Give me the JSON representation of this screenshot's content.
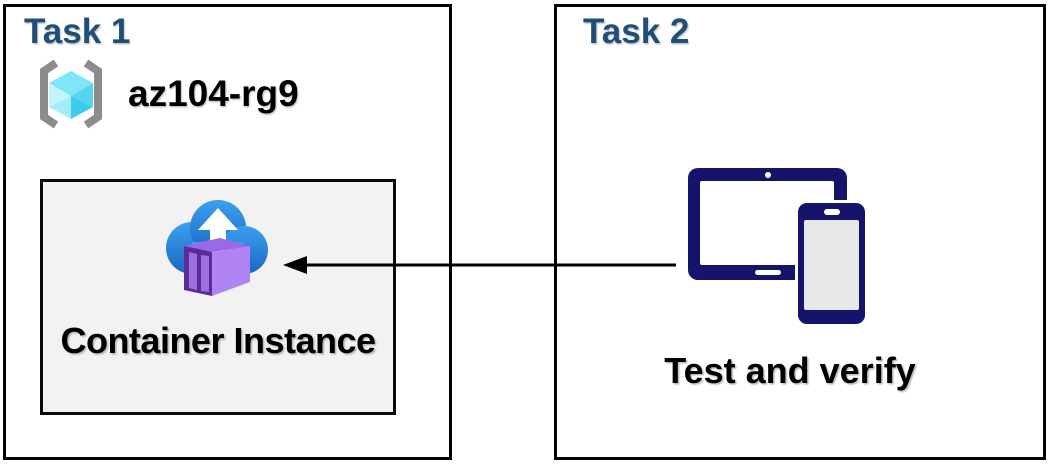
{
  "diagram": {
    "task1": {
      "title": "Task 1",
      "resource_group": {
        "label": "az104-rg9"
      },
      "container": {
        "label": "Container Instance"
      }
    },
    "task2": {
      "title": "Task 2",
      "devices": {
        "label": "Test and verify"
      }
    },
    "connector": {
      "direction": "right-to-left",
      "from": "test-and-verify-devices",
      "to": "container-instance"
    }
  },
  "icons": {
    "resource_group": "azure-resource-group-icon",
    "container_instance": "container-instance-cloud-upload-icon",
    "devices": "tablet-and-phone-icon",
    "connector": "left-arrow-connector"
  },
  "colors": {
    "title_text": "#1F4E79",
    "label_text": "#000000",
    "box_border": "#000000",
    "inner_box_bg": "#F2F2F2",
    "device_navy": "#14146B",
    "arrow": "#000000",
    "rg_bracket_gray": "#8C8C8C",
    "rg_cube_cyan": "#50D8F0",
    "aci_cloud_top": "#3BA0EF",
    "aci_cloud_bottom": "#1A67C2",
    "aci_container_purple": "#B184F3"
  }
}
